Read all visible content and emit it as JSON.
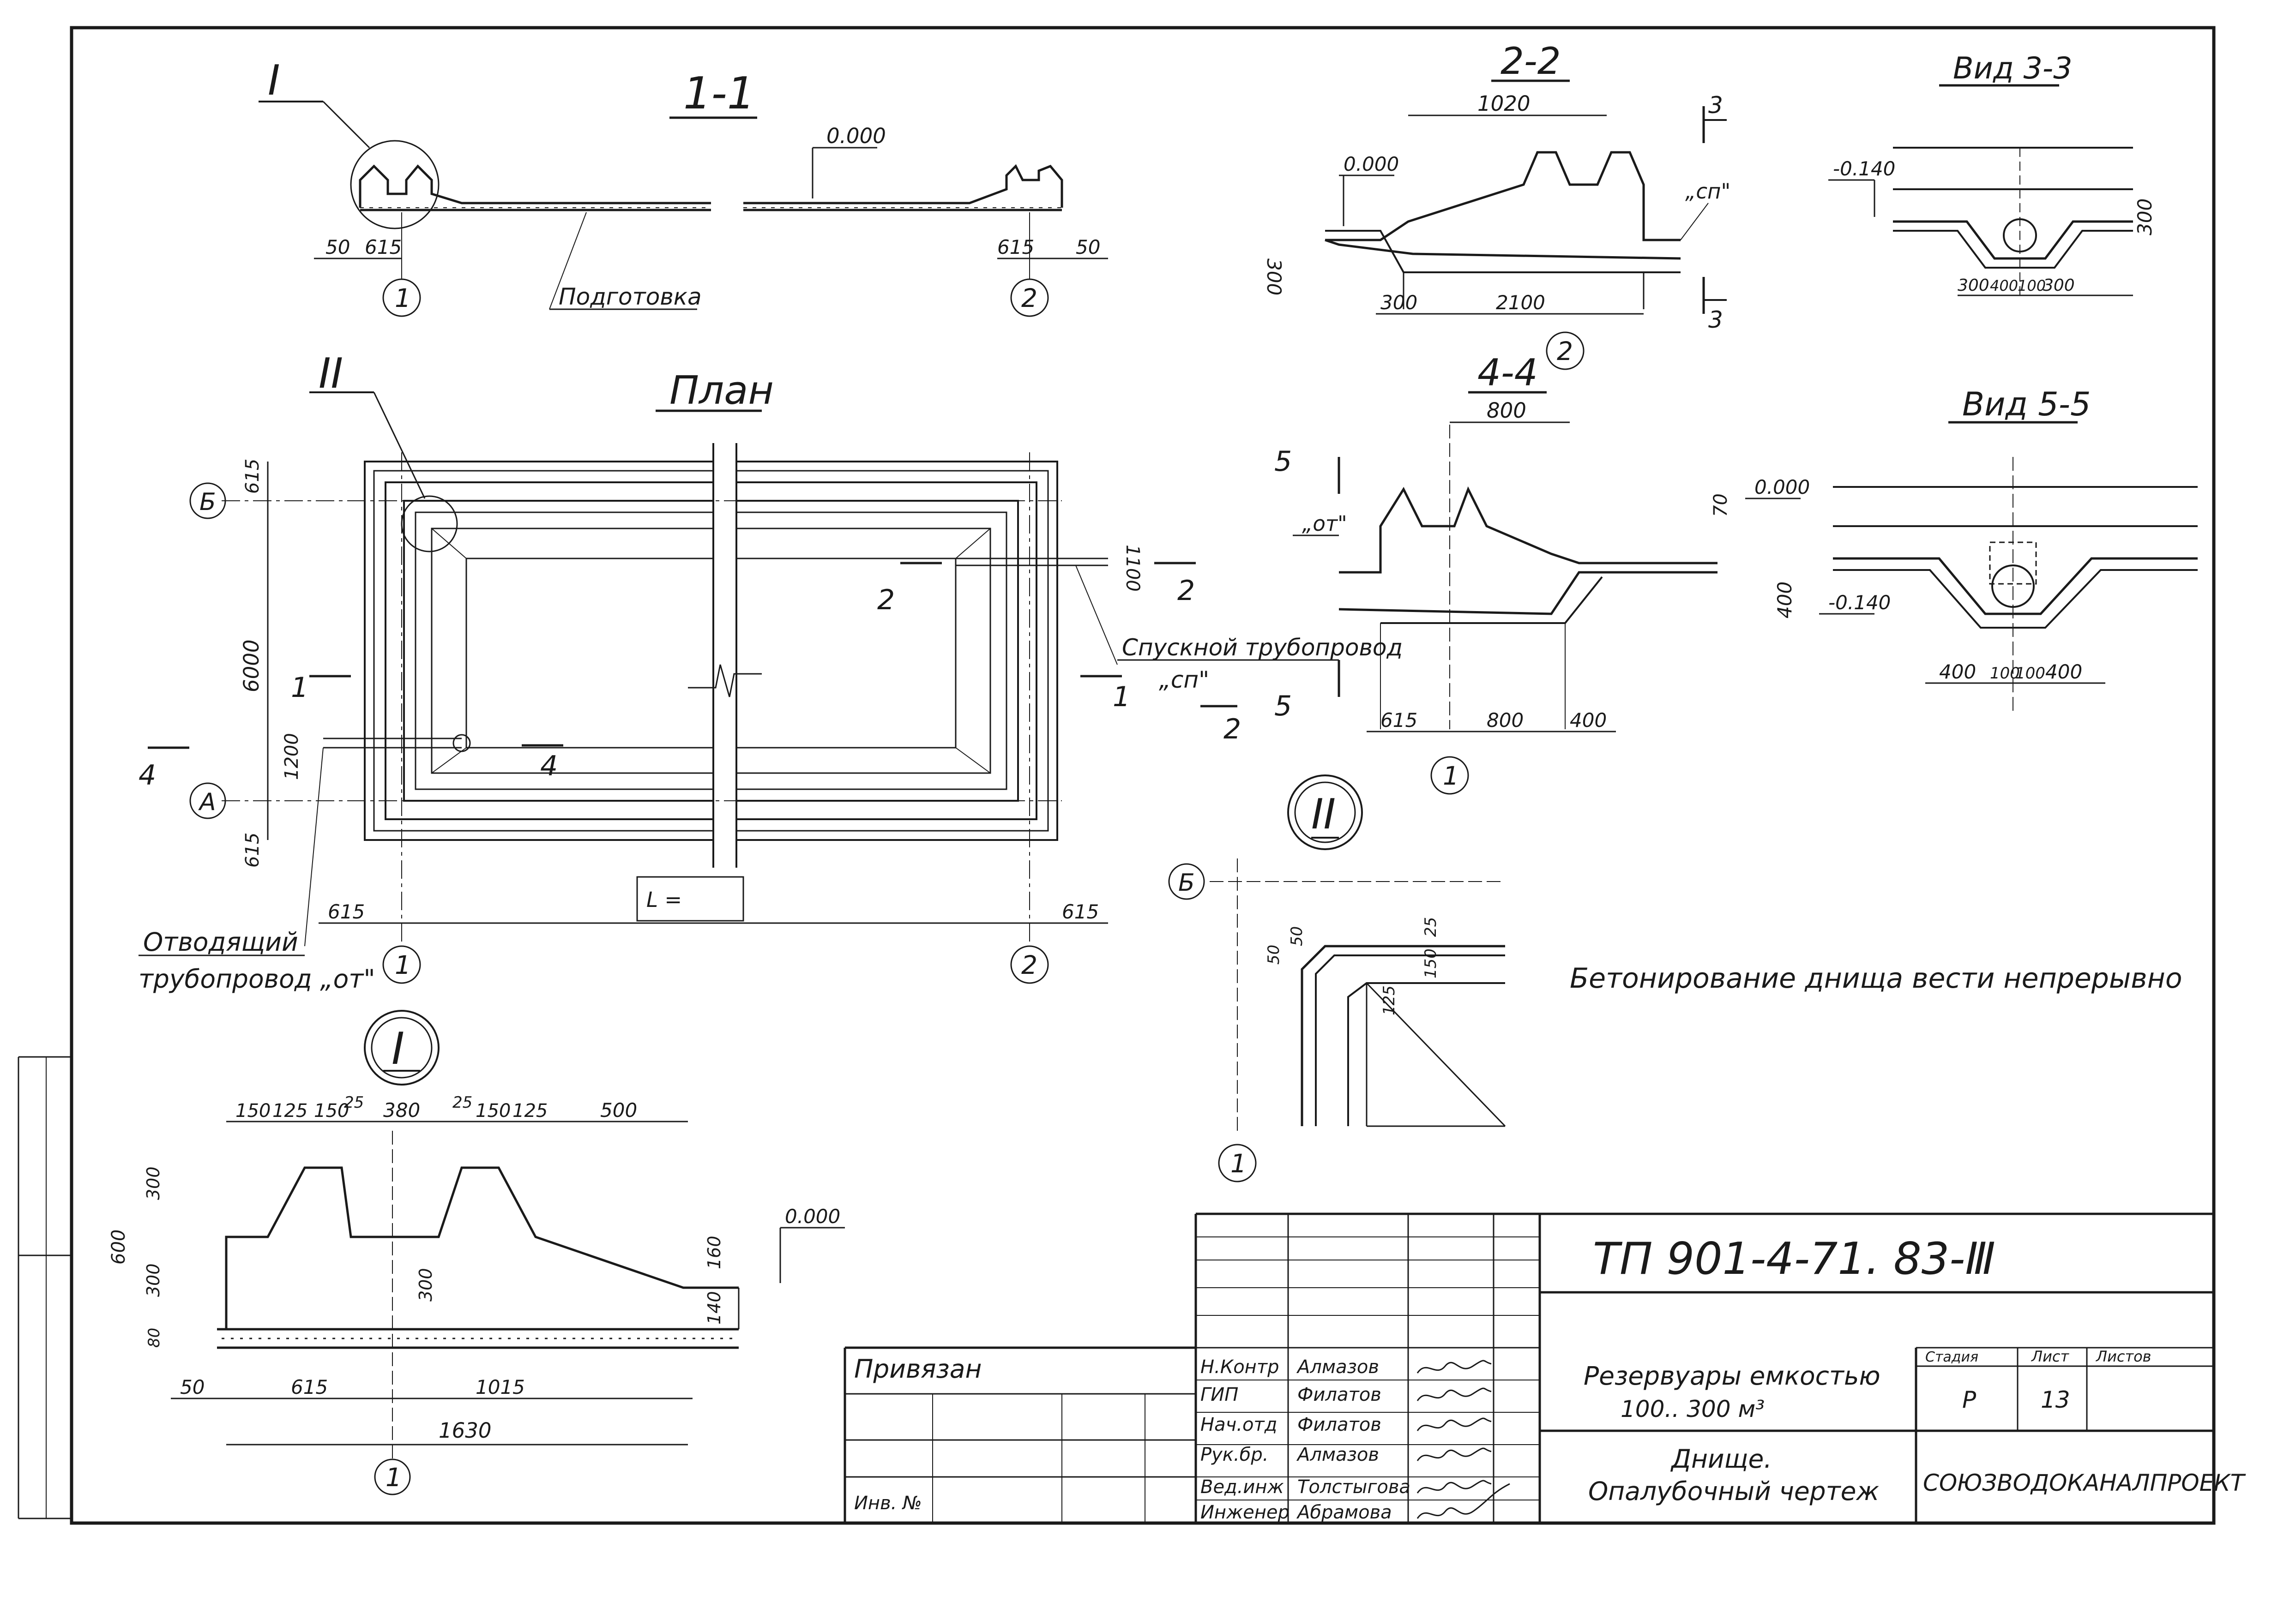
{
  "sheet": {
    "code": "ТП 901-4-71. 83-Ⅲ",
    "title_line1": "Резервуары емкостью",
    "title_line2": "100.. 300 м³",
    "drawing_line1": "Днище.",
    "drawing_line2": "Опалубочный чертеж",
    "organization": "СОЮЗВОДОКАНАЛПРОЕКТ",
    "stage_label": "Стадия",
    "stage_value": "Р",
    "sheet_label": "Лист",
    "sheet_value": "13",
    "sheets_label": "Листов",
    "sheets_value": "",
    "bound_label": "Привязан",
    "inv_label": "Инв. №",
    "note": "Бетонирование днища вести непрерывно"
  },
  "signatures": [
    {
      "role": "Н.Контр",
      "name": "Алмазов"
    },
    {
      "role": "ГИП",
      "name": "Филатов"
    },
    {
      "role": "Нач.отд",
      "name": "Филатов"
    },
    {
      "role": "Рук.бр.",
      "name": "Алмазов"
    },
    {
      "role": "Вед.инж",
      "name": "Толстыгова"
    },
    {
      "role": "Инженер",
      "name": "Абрамова"
    }
  ],
  "views": {
    "section_1_1": {
      "title": "1-1",
      "detail": "I",
      "level": "0.000",
      "layer": "Подготовка",
      "dims": [
        "50",
        "615",
        "615",
        "50"
      ],
      "axes": [
        "1",
        "2"
      ]
    },
    "section_2_2": {
      "title": "2-2",
      "level": "0.000",
      "pipe": "„сп\"",
      "dims": [
        "1020",
        "300",
        "2100",
        "300"
      ],
      "cut": "3",
      "axis": "2"
    },
    "view_3_3": {
      "title": "Вид 3-3",
      "level": "-0.140",
      "dims": [
        "300",
        "400",
        "100",
        "300",
        "300"
      ]
    },
    "plan": {
      "title": "План",
      "detail": "II",
      "dims": [
        "615",
        "6000",
        "1200",
        "615",
        "1100",
        "615",
        "615"
      ],
      "length": "L =",
      "rows": [
        "Б",
        "А"
      ],
      "axes": [
        "1",
        "2"
      ],
      "cuts": [
        "1",
        "2",
        "4"
      ],
      "pipe_out_l1": "Отводящий",
      "pipe_out_l2": "трубопровод „от\"",
      "pipe_drain_l1": "Спускной трубопровод",
      "pipe_drain_l2": "„сп\""
    },
    "section_4_4": {
      "title": "4-4",
      "pipe": "„от\"",
      "dims": [
        "800",
        "615",
        "800",
        "400",
        "70"
      ],
      "cut": "5",
      "axis": "1"
    },
    "view_5_5": {
      "title": "Вид 5-5",
      "levels": [
        "0.000",
        "-0.140"
      ],
      "dims": [
        "400",
        "400",
        "100",
        "100",
        "400"
      ]
    },
    "detail_II": {
      "title": "II",
      "dims": [
        "50",
        "50",
        "25",
        "150",
        "125"
      ],
      "row": "Б",
      "axis": "1"
    },
    "detail_I": {
      "title": "I",
      "level": "0.000",
      "top_dims": [
        "150",
        "125",
        "150",
        "25",
        "380",
        "25",
        "150",
        "125",
        "500"
      ],
      "side_dims": [
        "600",
        "300",
        "300",
        "80",
        "300",
        "160",
        "140"
      ],
      "bottom_dims": [
        "50",
        "615",
        "1015",
        "1630"
      ],
      "axis": "1"
    }
  }
}
